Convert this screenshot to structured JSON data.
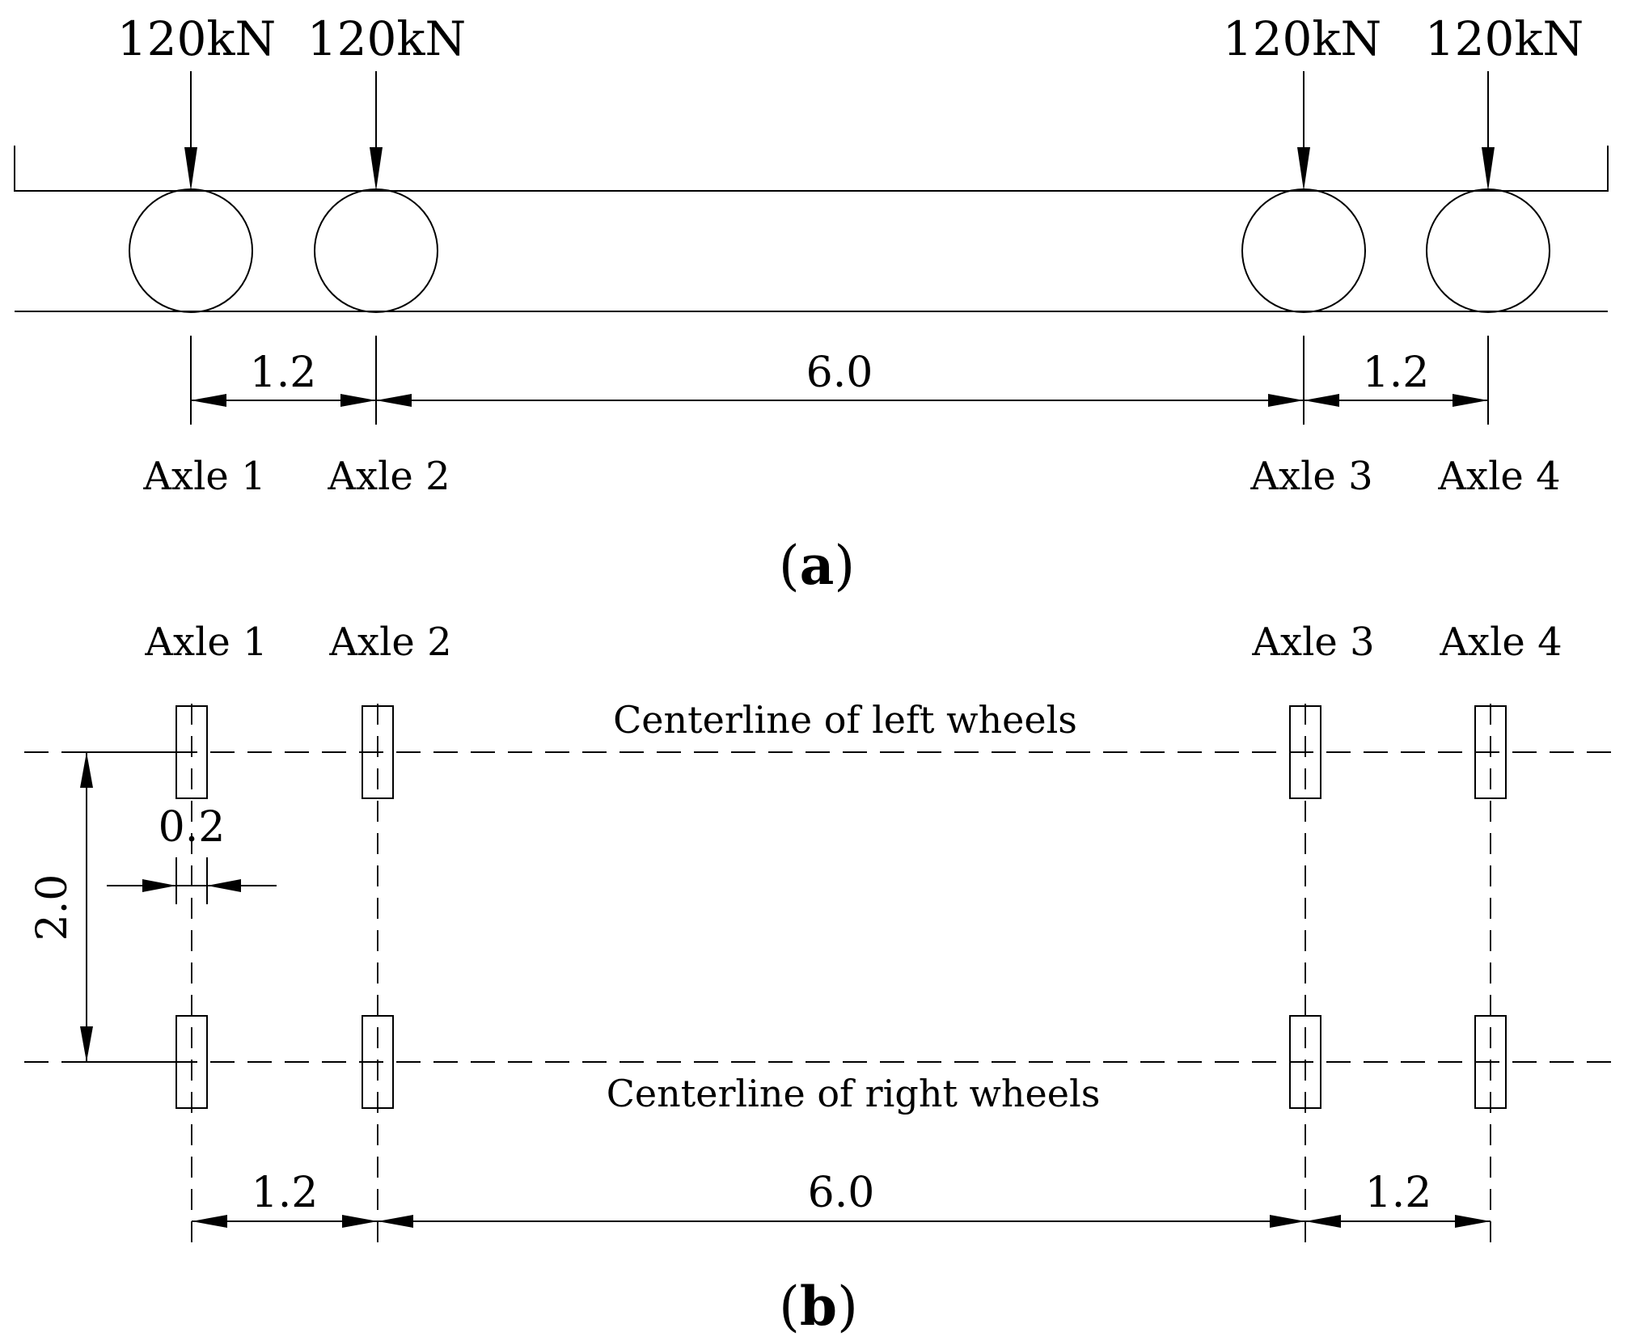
{
  "diagram": {
    "panel_a": {
      "caption_label": "a",
      "loads": [
        "120kN",
        "120kN",
        "120kN",
        "120kN"
      ],
      "spacings": [
        "1.2",
        "6.0",
        "1.2"
      ],
      "axle_labels": [
        "Axle 1",
        "Axle 2",
        "Axle 3",
        "Axle 4"
      ]
    },
    "panel_b": {
      "caption_label": "b",
      "axle_labels": [
        "Axle 1",
        "Axle 2",
        "Axle 3",
        "Axle 4"
      ],
      "left_centerline_label": "Centerline of left wheels",
      "right_centerline_label": "Centerline of right wheels",
      "track_width": "2.0",
      "wheel_width": "0.2",
      "spacings": [
        "1.2",
        "6.0",
        "1.2"
      ]
    }
  }
}
